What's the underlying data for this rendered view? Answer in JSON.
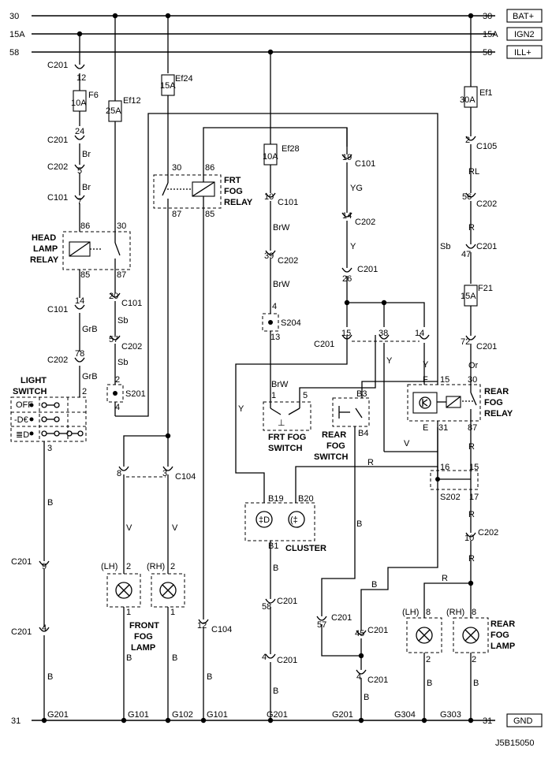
{
  "buses": {
    "b30": {
      "num": "30",
      "tag": "BAT+"
    },
    "b15": {
      "num": "15A",
      "num_r": "15A",
      "tag": "IGN2"
    },
    "b58": {
      "num": "58",
      "tag": "ILL+"
    },
    "b31": {
      "num": "31",
      "tag": "GND"
    }
  },
  "fuses": {
    "f6": {
      "name": "F6",
      "rating": "10A"
    },
    "ef12": {
      "name": "Ef12",
      "rating": "25A"
    },
    "ef24": {
      "name": "Ef24",
      "rating": "15A"
    },
    "ef28": {
      "name": "Ef28",
      "rating": "10A"
    },
    "ef1": {
      "name": "Ef1",
      "rating": "30A"
    },
    "f21": {
      "name": "F21",
      "rating": "15A"
    }
  },
  "connectors": {
    "c201": "C201",
    "c202": "C202",
    "c101": "C101",
    "c104": "C104",
    "c105": "C105"
  },
  "splices": {
    "s201": "S201",
    "s204": "S204",
    "s202": "S202"
  },
  "wire_colors": {
    "br": "Br",
    "grb": "GrB",
    "sb": "Sb",
    "b": "B",
    "v": "V",
    "y": "Y",
    "yg": "YG",
    "brw": "BrW",
    "rl": "RL",
    "r": "R",
    "or": "Or"
  },
  "components": {
    "head_relay": [
      "HEAD",
      "LAMP",
      "RELAY"
    ],
    "frt_relay": [
      "FRT",
      "FOG",
      "RELAY"
    ],
    "rear_relay": [
      "REAR",
      "FOG",
      "RELAY"
    ],
    "light_switch": [
      "LIGHT",
      "SWITCH"
    ],
    "light_switch_off": "OFF",
    "frt_switch": [
      "FRT FOG",
      "SWITCH"
    ],
    "rear_switch": [
      "REAR",
      "FOG",
      "SWITCH"
    ],
    "cluster": "CLUSTER",
    "front_lamp": [
      "FRONT",
      "FOG",
      "LAMP"
    ],
    "rear_lamp": [
      "REAR",
      "FOG",
      "LAMP"
    ],
    "lh": "(LH)",
    "rh": "(RH)"
  },
  "grounds": {
    "g201": "G201",
    "g101": "G101",
    "g102": "G102",
    "g304": "G304",
    "g303": "G303"
  },
  "pins": {
    "p12": "12",
    "p24": "24",
    "p5": "5",
    "p7": "7",
    "p86": "86",
    "p85": "85",
    "p30": "30",
    "p87": "87",
    "p14": "14",
    "p78": "78",
    "p2": "2",
    "p3": "3",
    "p9": "9",
    "p4": "4",
    "p20": "20",
    "p57": "57",
    "p8": "8",
    "p1": "1",
    "p10": "10",
    "p39": "39",
    "p13": "13",
    "p19": "19",
    "p26": "26",
    "p15": "15",
    "p38": "38",
    "p56": "56",
    "p47": "47",
    "p72": "72",
    "p16": "16",
    "p17": "17",
    "b3": "B3",
    "b4": "B4",
    "b19": "B19",
    "b20": "B20",
    "b1": "B1",
    "p58": "58",
    "p45": "45",
    "e": "E",
    "f": "F",
    "p31": "31"
  },
  "doc_id": "J5B15050"
}
